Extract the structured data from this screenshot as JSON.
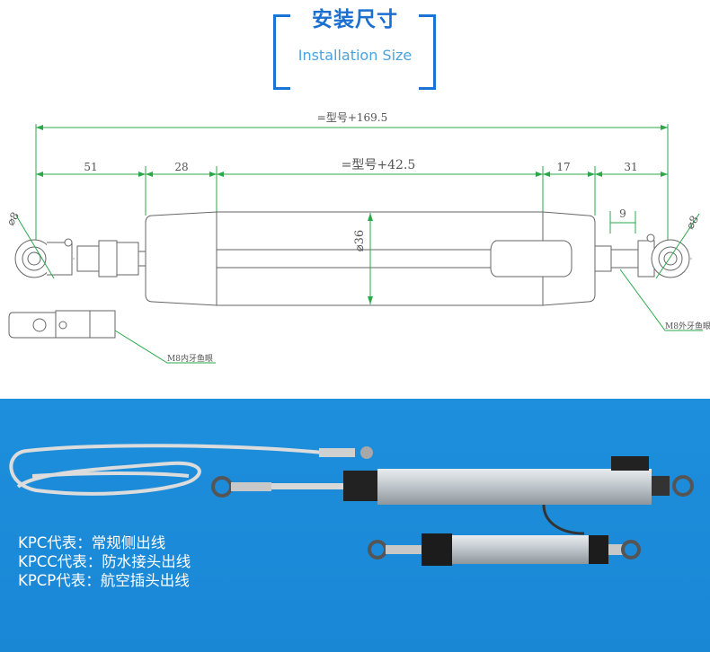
{
  "header": {
    "title_cn": "安装尺寸",
    "title_en": "Installation Size"
  },
  "drawing": {
    "total_length": "=型号+169.5",
    "stroke_length": "=型号+42.5",
    "dim_left_1": "51",
    "dim_left_2": "28",
    "dim_right_1": "17",
    "dim_right_2": "31",
    "dim_9": "9",
    "diameter_body": "⌀36",
    "diameter_left_eye": "⌀8",
    "diameter_right_eye": "⌀8",
    "label_internal": "M8内牙鱼眼",
    "label_external": "M8外牙鱼眼"
  },
  "legend": {
    "kpc": "KPC代表：常规侧出线",
    "kpcc": "KPCC代表：防水接头出线",
    "kpcp": "KPCP代表：航空插头出线"
  },
  "colors": {
    "brand_blue": "#1a73d6",
    "photo_bg": "#1a87d5",
    "dim_line": "#2aa84a"
  }
}
